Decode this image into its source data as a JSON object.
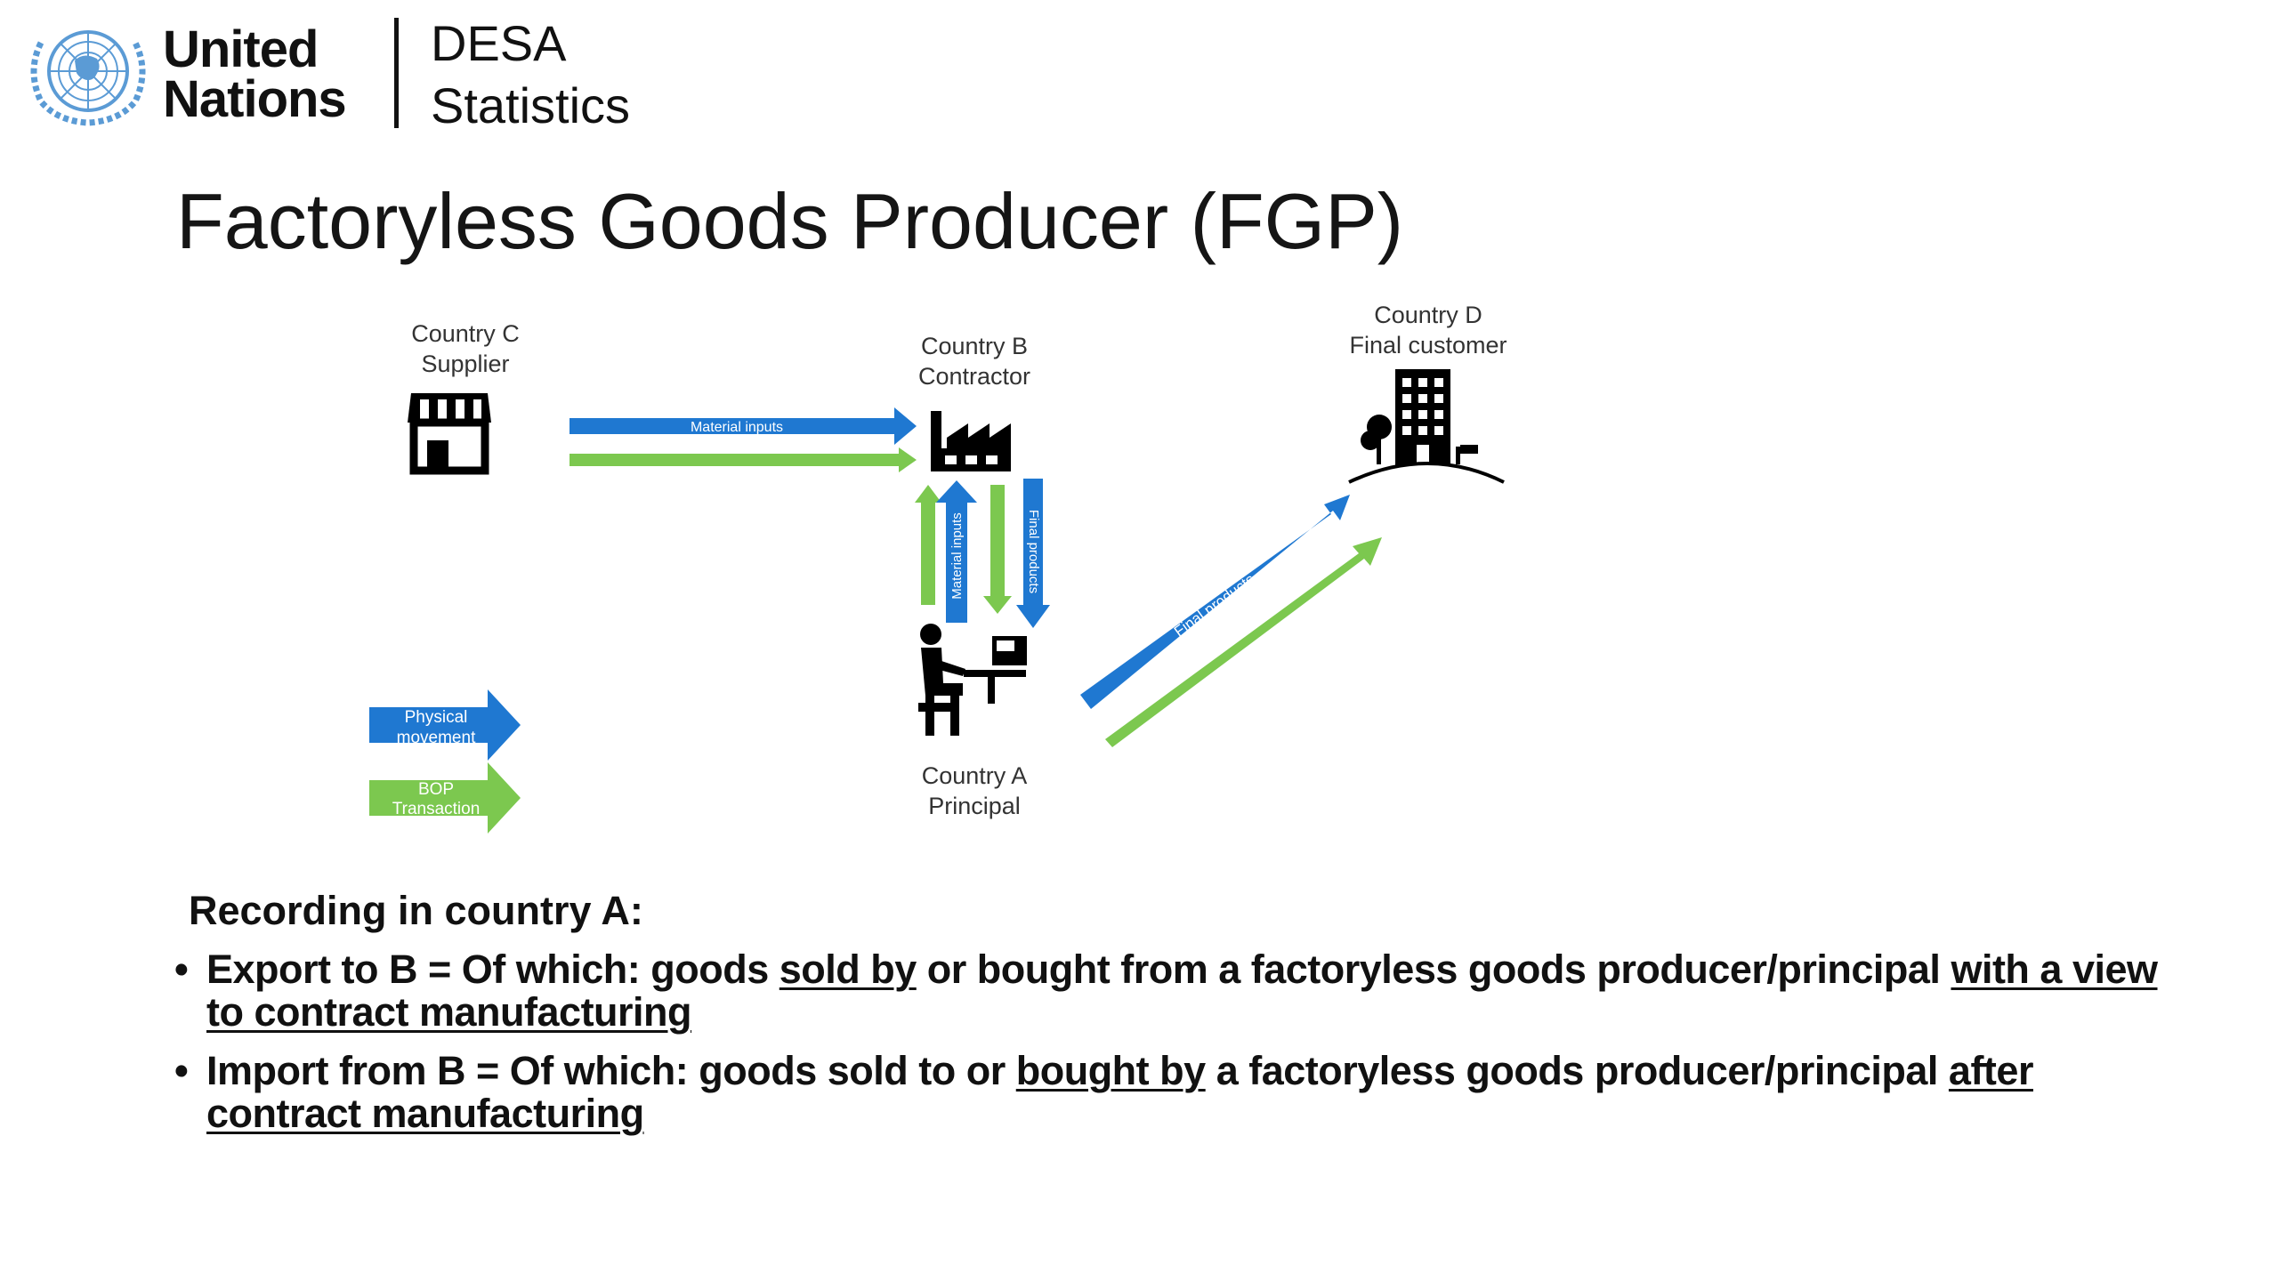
{
  "header": {
    "org_line1": "United",
    "org_line2": "Nations",
    "dept_line1": "DESA",
    "dept_line2": "Statistics",
    "logo_icon": "un-emblem-icon"
  },
  "title": "Factoryless Goods Producer (FGP)",
  "diagram": {
    "nodes": {
      "country_c": {
        "line1": "Country C",
        "line2": "Supplier",
        "icon": "store-icon"
      },
      "country_b": {
        "line1": "Country B",
        "line2": "Contractor",
        "icon": "factory-icon"
      },
      "country_d": {
        "line1": "Country D",
        "line2": "Final customer",
        "icon": "building-icon"
      },
      "country_a": {
        "line1": "Country A",
        "line2": "Principal",
        "icon": "person-at-computer-icon"
      }
    },
    "arrow_labels": {
      "c_to_b": "Material inputs",
      "a_to_b": "Material inputs",
      "b_to_a": "Final products",
      "a_to_d": "Final products"
    },
    "legend": {
      "physical_line1": "Physical",
      "physical_line2": "movement",
      "bop_line1": "BOP",
      "bop_line2": "Transaction"
    },
    "colors": {
      "physical": "#1f78d1",
      "bop": "#7cc84f"
    }
  },
  "recording": {
    "heading": "Recording in country A:",
    "export": {
      "p1": "Export to B = Of which: goods ",
      "u1": "sold by",
      "p2": " or bought from a factoryless goods producer/principal ",
      "u2": "with a view to contract manufacturing"
    },
    "import": {
      "p1": "Import from B = Of which: goods sold to or ",
      "u1": "bought by",
      "p2": " a factoryless goods producer/principal ",
      "u2": "after contract manufacturing"
    }
  }
}
